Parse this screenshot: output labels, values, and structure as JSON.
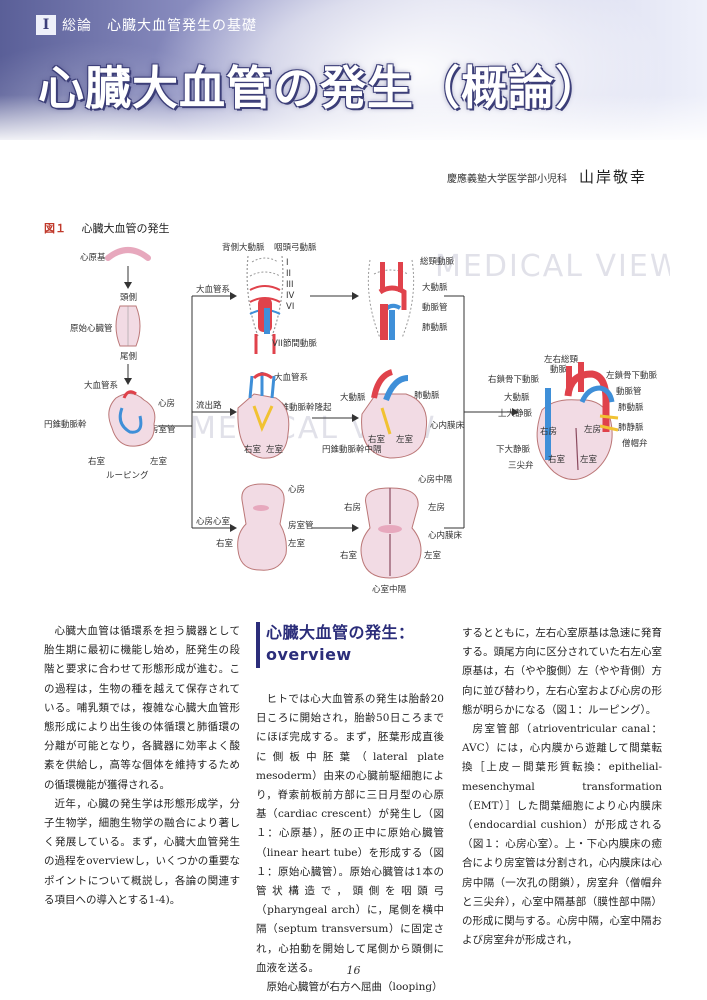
{
  "header": {
    "section_number": "I",
    "section_label": "総論　心臓大血管発生の基礎",
    "title": "心臓大血管の発生（概論）"
  },
  "author": {
    "affiliation": "慶應義塾大学医学部小児科",
    "name": "山岸敬幸"
  },
  "figure": {
    "number": "図１",
    "title": "心臓大血管の発生",
    "watermark": "MEDICAL VIEW",
    "labels": {
      "cardiac_crescent": "心原基",
      "cranial": "頭側",
      "primitive_heart_tube": "原始心臓管",
      "caudal": "尾側",
      "aortic_sac": "大血管系",
      "atrium": "心房",
      "conotruncus": "円錐動脈幹",
      "av_canal": "房室管",
      "right_ventricle": "右室",
      "left_ventricle": "左室",
      "looping": "ルーピング",
      "great_vessel_system": "大血管系",
      "dorsal_aorta": "背側大動脈",
      "pharyngeal_arch_artery": "咽頭弓動脈",
      "arches": [
        "I",
        "II",
        "III",
        "IV",
        "VI"
      ],
      "ductus_arteriosus": "VII節間動脈",
      "common_carotid": "総頸動脈",
      "aorta": "大動脈",
      "ductus": "動脈管",
      "pulmonary_artery": "肺動脈",
      "outflow_tract": "流出路",
      "aortic_sac2": "大血管系",
      "conotruncal_ridge": "円錐動脈幹隆起",
      "aorta2": "大動脈",
      "pulmonary_artery2": "肺動脈",
      "endocardial_cushion": "心内膜床",
      "conotruncal_septum": "円錐動脈幹中隔",
      "atrium_ventricle": "心房心室",
      "atrium2": "心房",
      "av_canal2": "房室管",
      "interatrial_septum": "心房中隔",
      "right_atrium": "右房",
      "left_atrium": "左房",
      "endocardial_cushion2": "心内膜床",
      "interventricular_septum": "心室中隔",
      "right_common_carotid": "左右総頸\n動脈",
      "right_subclavian": "右鎖骨下動脈",
      "left_subclavian": "左鎖骨下動脈",
      "superior_vena_cava": "上大静脈",
      "inferior_vena_cava": "下大静脈",
      "tricuspid": "三尖弁",
      "mitral": "僧帽弁",
      "aorta3": "大動脈",
      "ductus3": "動脈管",
      "pulmonary_artery3": "肺動脈",
      "pulmonary_vein": "肺静脈",
      "right_atrium3": "右房",
      "left_atrium3": "左房",
      "right_ventricle3": "右室",
      "left_ventricle3": "左室"
    }
  },
  "body": {
    "col1_paragraphs": [
      "心臓大血管は循環系を担う臓器として胎生期に最初に機能し始め，胚発生の段階と要求に合わせて形態形成が進む。この過程は，生物の種を越えて保存されている。哺乳類では，複雑な心臓大血管形態形成により出生後の体循環と肺循環の分離が可能となり，各臓器に効率よく酸素を供給し，高等な個体を維持するための循環機能が獲得される。",
      "近年，心臓の発生学は形態形成学，分子生物学，細胞生物学の融合により著しく発展している。まず，心臓大血管発生の過程をoverviewし，いくつかの重要なポイントについて概説し，各論の関連する項目への導入とする1-4)。"
    ],
    "col2_heading_line1": "心臓大血管の発生：",
    "col2_heading_line2": "overview",
    "col2_paragraphs": [
      "ヒトでは心大血管系の発生は胎齢20日ころに開始され，胎齢50日ころまでにほぼ完成する。まず，胚葉形成直後に側板中胚葉（lateral plate mesoderm）由来の心臓前駆細胞により，脊索前板前方部に三日月型の心原基（cardiac crescent）が発生し（図１：心原基），胚の正中に原始心臓管（linear heart tube）を形成する（図１：原始心臓管）。原始心臓管は1本の管状構造で，頭側を咽頭弓（pharyngeal arch）に，尾側を横中隔（septum transversum）に固定され，心拍動を開始して尾側から頭側に血液を送る。",
      "原始心臓管が右方へ屈曲（looping）"
    ],
    "col3_paragraphs": [
      "するとともに，左右心室原基は急速に発育する。頭尾方向に区分されていた右左心室原基は，右（やや腹側）左（やや背側）方向に並び替わり，左右心室および心房の形態が明らかになる（図１：ルーピング）。",
      "房室管部（atrioventricular canal：AVC）には，心内膜から遊離して間葉転換［上皮－間葉形質転換：epithelial-mesenchymal transformation（EMT）］した間葉細胞により心内膜床（endocardial cushion）が形成される（図１：心房心室）。上・下心内膜床の癒合により房室管は分割され，心内膜床は心房中隔（一次孔の閉鎖），房室弁（僧帽弁と三尖弁），心室中隔基部（膜性部中隔）の形成に関与する。心房中隔，心室中隔および房室弁が形成され，"
    ]
  },
  "footer": {
    "page_number": "16"
  },
  "colors": {
    "title_navy": "#2b2d7a",
    "figure_red": "#c0392b",
    "vessel_red": "#e0424b",
    "vessel_blue": "#3f8fd8",
    "vessel_yellow": "#f1c232",
    "tissue_pink": "#f2dbe4"
  }
}
